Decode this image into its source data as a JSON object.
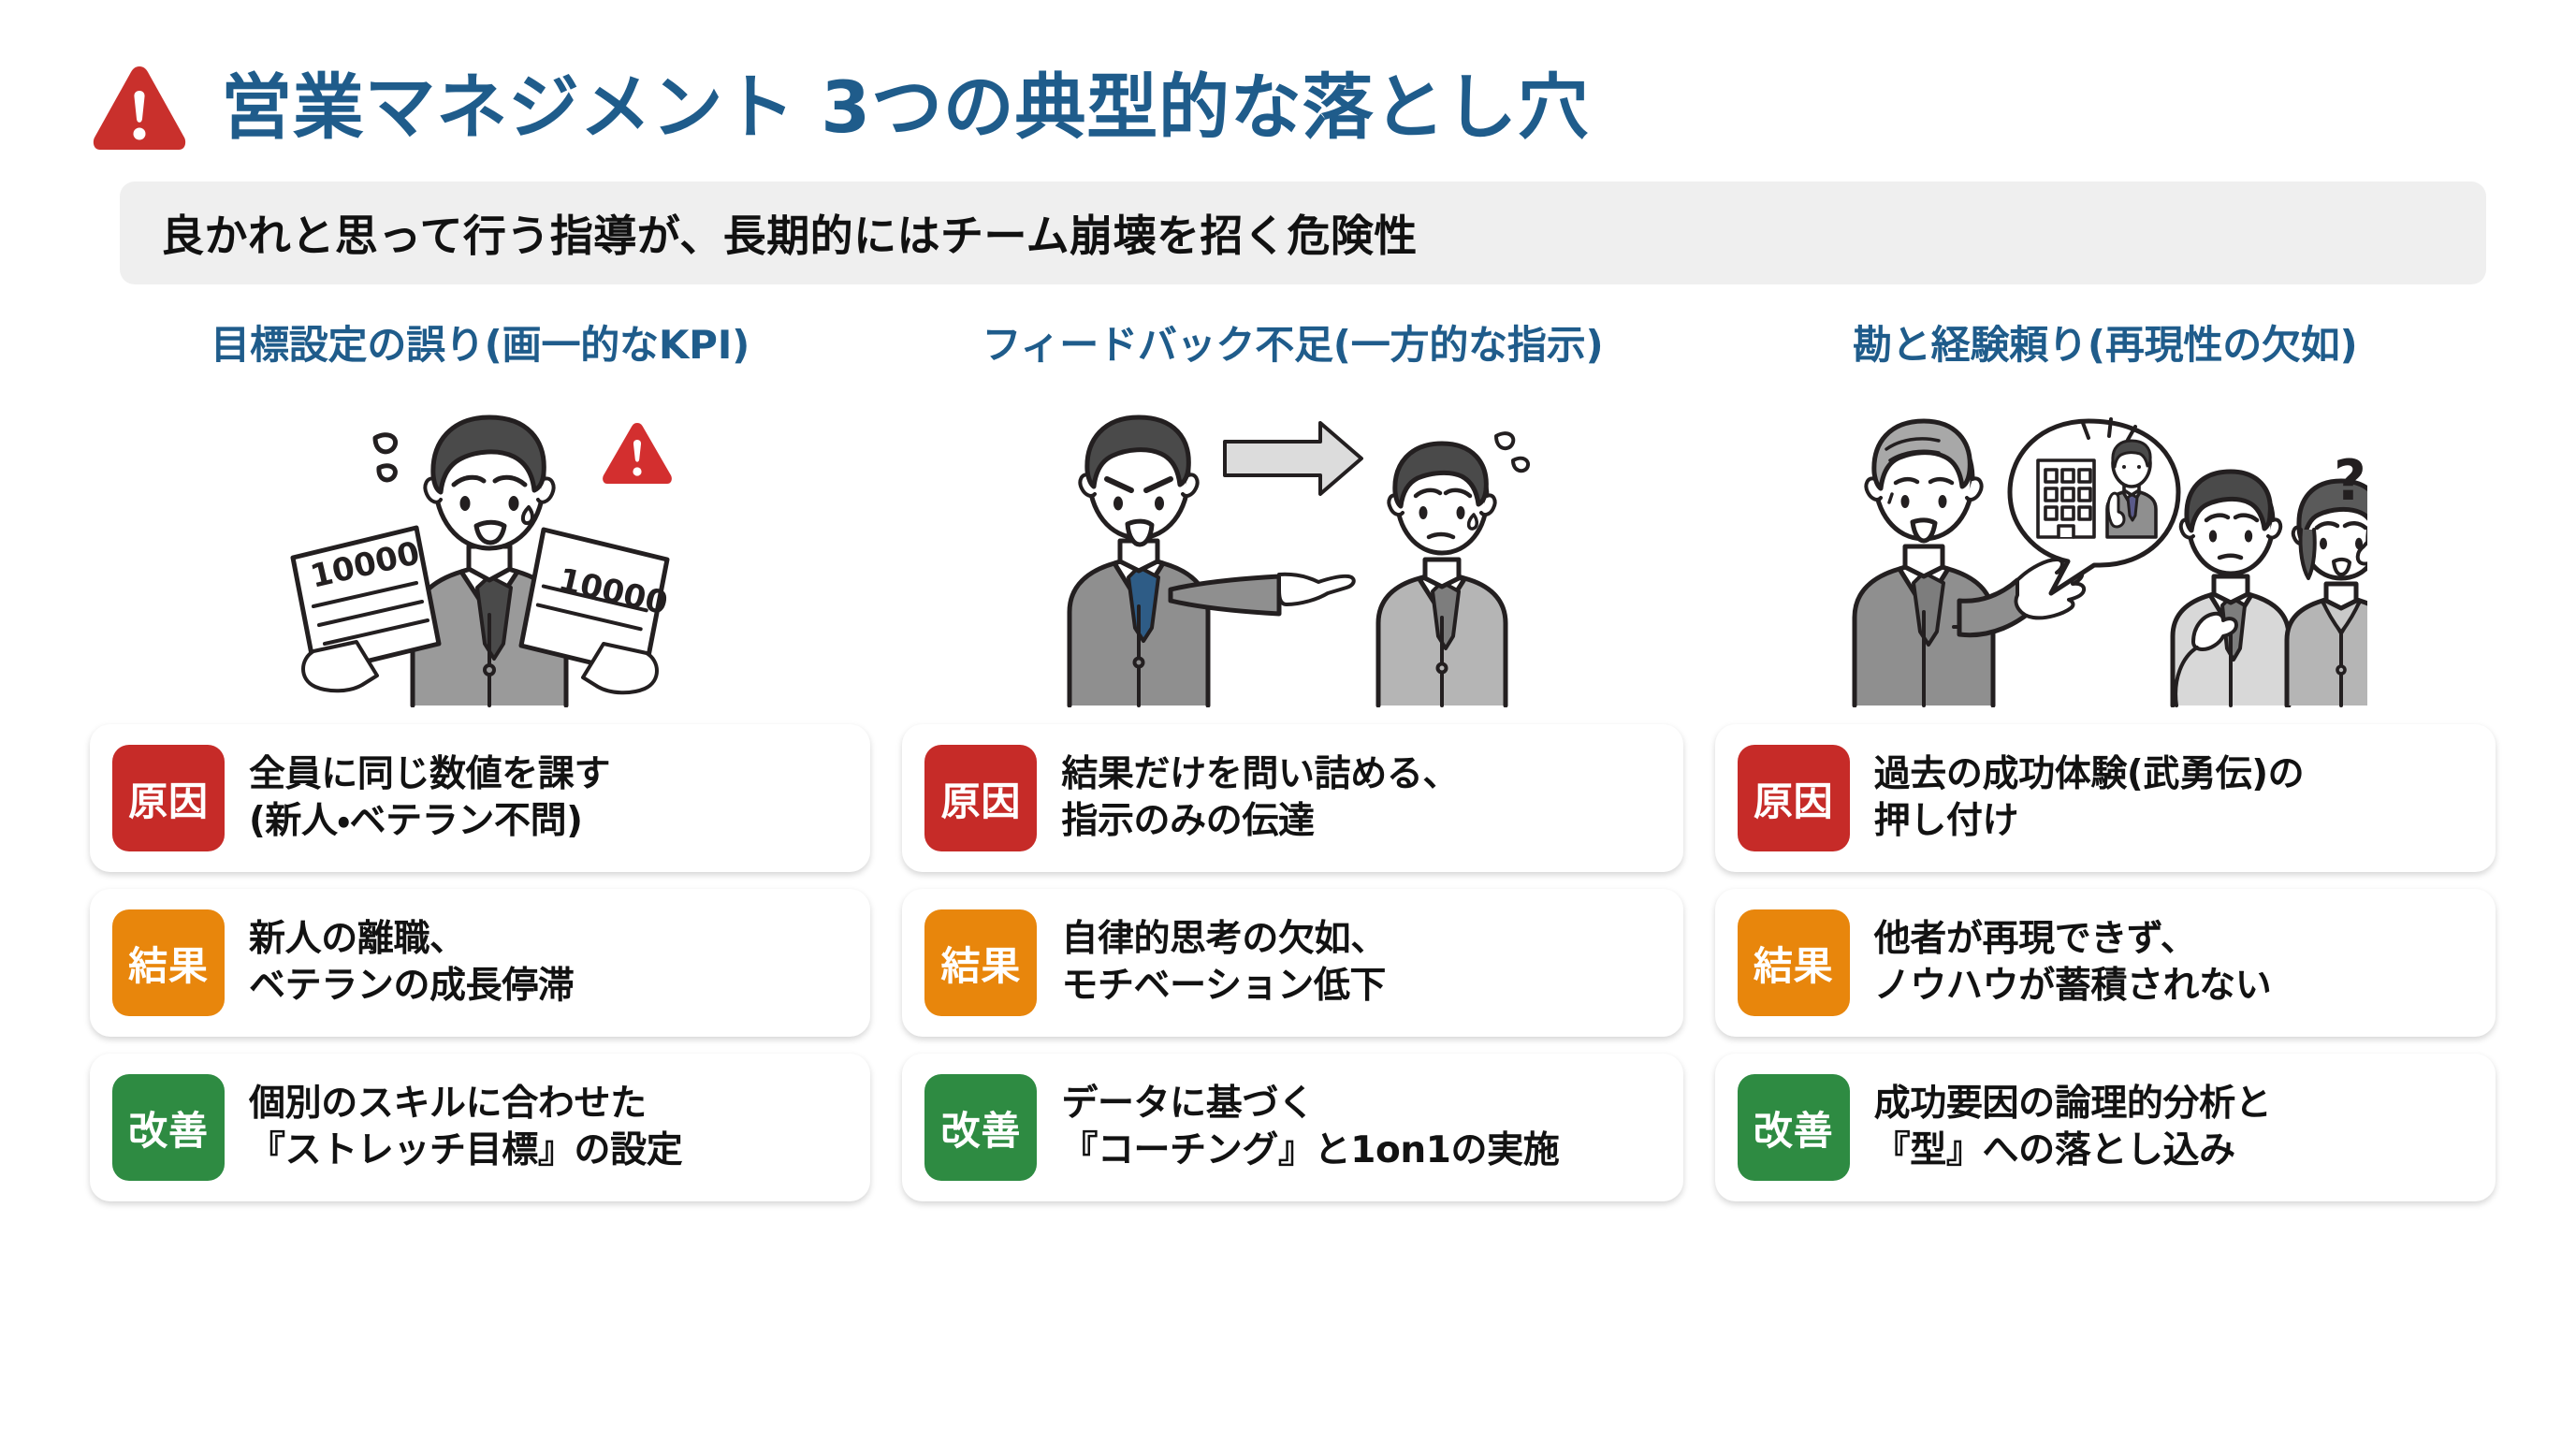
{
  "header": {
    "warning_icon": "warning-triangle-icon",
    "title": "営業マネジメント 3つの典型的な落とし穴",
    "subtitle": "良かれと思って行う指導が、長期的にはチーム崩壊を招く危険性"
  },
  "colors": {
    "title_blue": "#1F5C8B",
    "cause_red": "#C62B28",
    "result_orange": "#E8860C",
    "improve_green": "#2E8B42",
    "banner_grey": "#EFEFEF",
    "warning_red": "#C9302C"
  },
  "columns": [
    {
      "heading": "目標設定の誤り(画一的なKPI)",
      "illustration": {
        "name": "worried-salesman-with-quota-sheets",
        "document_label": "10000",
        "has_warning_triangle": true
      },
      "cards": [
        {
          "badge": "原因",
          "type": "cause",
          "text": "全員に同じ数値を課す\n(新人・ベテラン不問)"
        },
        {
          "badge": "結果",
          "type": "result",
          "text": "新人の離職、\nベテランの成長停滞"
        },
        {
          "badge": "改善",
          "type": "improve",
          "text": "個別のスキルに合わせた\n『ストレッチ目標』の設定"
        }
      ]
    },
    {
      "heading": "フィードバック不足(一方的な指示)",
      "illustration": {
        "name": "manager-pointing-at-subordinate",
        "arrow": "right-arrow-icon"
      },
      "cards": [
        {
          "badge": "原因",
          "type": "cause",
          "text": "結果だけを問い詰める、\n指示のみの伝達"
        },
        {
          "badge": "結果",
          "type": "result",
          "text": "自律的思考の欠如、\nモチベーション低下"
        },
        {
          "badge": "改善",
          "type": "improve",
          "text": "データに基づく\n『コーチング』と1on1の実施"
        }
      ]
    },
    {
      "heading": "勘と経験頼り(再現性の欠如)",
      "illustration": {
        "name": "veteran-telling-war-stories-to-confused-staff",
        "speech_bubble": "building-and-salesman-icon",
        "question_mark": "?"
      },
      "cards": [
        {
          "badge": "原因",
          "type": "cause",
          "text": "過去の成功体験(武勇伝)の\n押し付け"
        },
        {
          "badge": "結果",
          "type": "result",
          "text": "他者が再現できず、\nノウハウが蓄積されない"
        },
        {
          "badge": "改善",
          "type": "improve",
          "text": "成功要因の論理的分析と\n『型』への落とし込み"
        }
      ]
    }
  ]
}
